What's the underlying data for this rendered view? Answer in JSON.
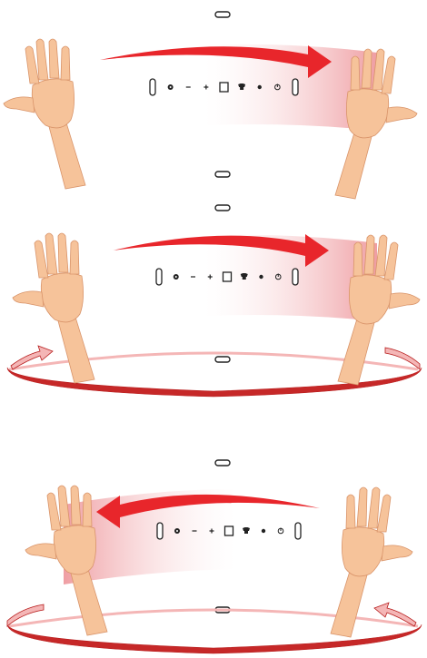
{
  "diagram": {
    "description": "",
    "panels": [
      {
        "id": "panel-1",
        "swipe_direction": "right",
        "has_rotation_ring": false,
        "ring_arrow_direction": "",
        "icon_sequence": [
          "pill",
          "gear",
          "minus",
          "plus",
          "square",
          "shirt",
          "dot",
          "power",
          "pill"
        ]
      },
      {
        "id": "panel-2",
        "swipe_direction": "right",
        "has_rotation_ring": true,
        "ring_arrow_direction": "clockwise",
        "icon_sequence": [
          "pill",
          "gear",
          "minus",
          "plus",
          "square",
          "shirt",
          "dot",
          "power",
          "pill"
        ]
      },
      {
        "id": "panel-3",
        "swipe_direction": "left",
        "has_rotation_ring": true,
        "ring_arrow_direction": "counterclockwise",
        "icon_sequence": [
          "pill",
          "gear",
          "minus",
          "plus",
          "square",
          "shirt",
          "dot",
          "power",
          "pill"
        ]
      }
    ],
    "colors": {
      "arrow_red": "#e8262b",
      "arrow_dark": "#b71c1c",
      "band_pink": "#ef9ea3",
      "skin": "#f6c39a",
      "skin_dark": "#d9946a",
      "ring_pink": "#f4b6b6",
      "ring_red": "#c62828",
      "icon_dark": "#222222"
    },
    "icons": {
      "hand": "hand-icon",
      "swipe_arrow": "swipe-arrow-icon",
      "ring": "rotation-ring-icon",
      "sensor": "sensor-icon"
    }
  }
}
